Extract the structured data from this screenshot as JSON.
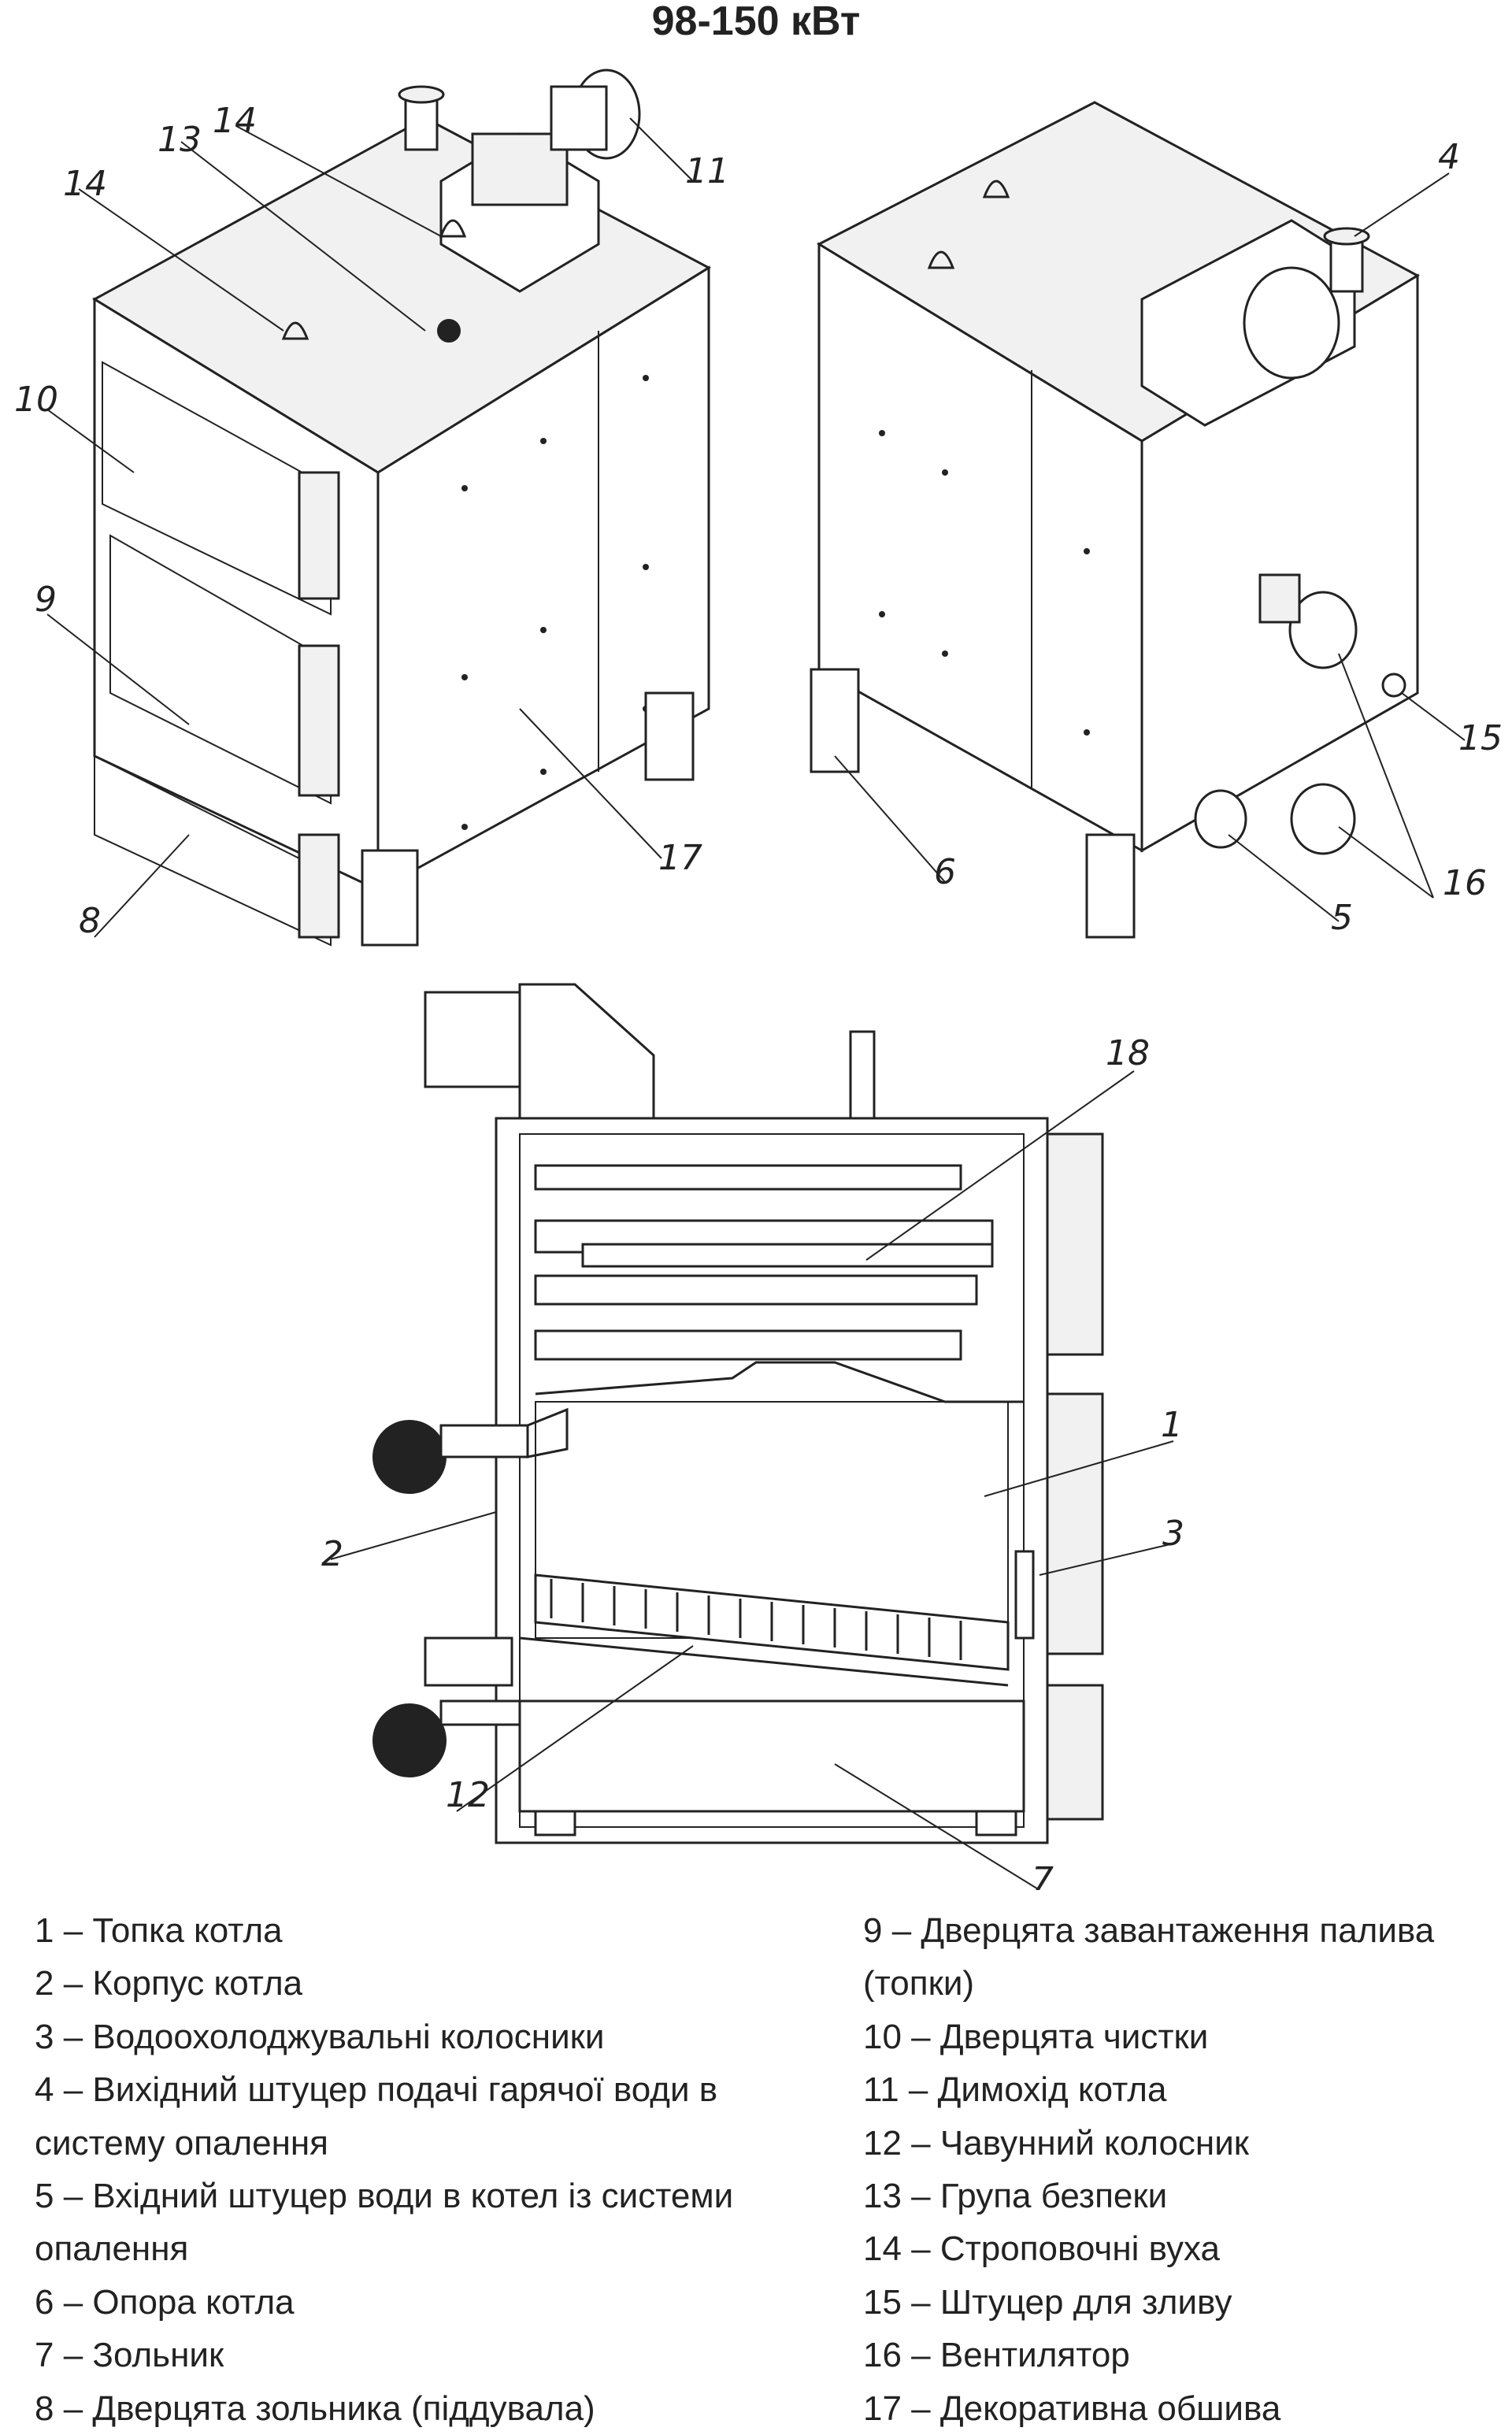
{
  "title": "98-150 кВт",
  "callouts": {
    "n1": "1",
    "n2": "2",
    "n3": "3",
    "n4": "4",
    "n5": "5",
    "n6": "6",
    "n7": "7",
    "n8": "8",
    "n9": "9",
    "n10": "10",
    "n11": "11",
    "n12": "12",
    "n13": "13",
    "n14": "14",
    "n15": "15",
    "n16": "16",
    "n17": "17",
    "n18": "18"
  },
  "legend": {
    "left": [
      "1 – Топка котла",
      "2 – Корпус котла",
      "3 – Водоохолоджувальні колосники",
      "4 – Вихідний штуцер подачі гарячої води в систему опалення",
      "5 – Вхідний штуцер води в котел із системи опалення",
      "6 – Опора котла",
      "7 – Зольник",
      "8 – Дверцята зольника (піддувала)"
    ],
    "right": [
      "9 – Дверцята завантаження палива (топки)",
      "10 – Дверцята чистки",
      "11 – Димохід котла",
      "12 – Чавунний колосник",
      "13 – Група безпеки",
      "14 – Строповочні вуха",
      "15 – Штуцер для зливу",
      "16 – Вентилятор",
      "17 – Декоративна обшива"
    ]
  }
}
